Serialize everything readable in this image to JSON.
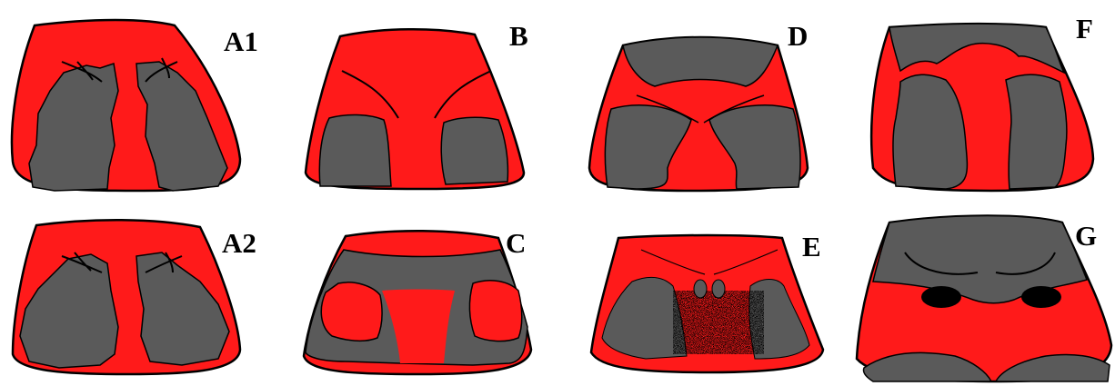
{
  "colors": {
    "background": "#ffffff",
    "red": "#ff1a1a",
    "gray": "#5a5a5a",
    "outline": "#000000"
  },
  "panels": [
    {
      "id": "A1",
      "label": "A1"
    },
    {
      "id": "B",
      "label": "B"
    },
    {
      "id": "D",
      "label": "D"
    },
    {
      "id": "F",
      "label": "F"
    },
    {
      "id": "A2",
      "label": "A2"
    },
    {
      "id": "C",
      "label": "C"
    },
    {
      "id": "E",
      "label": "E"
    },
    {
      "id": "G",
      "label": "G"
    }
  ]
}
